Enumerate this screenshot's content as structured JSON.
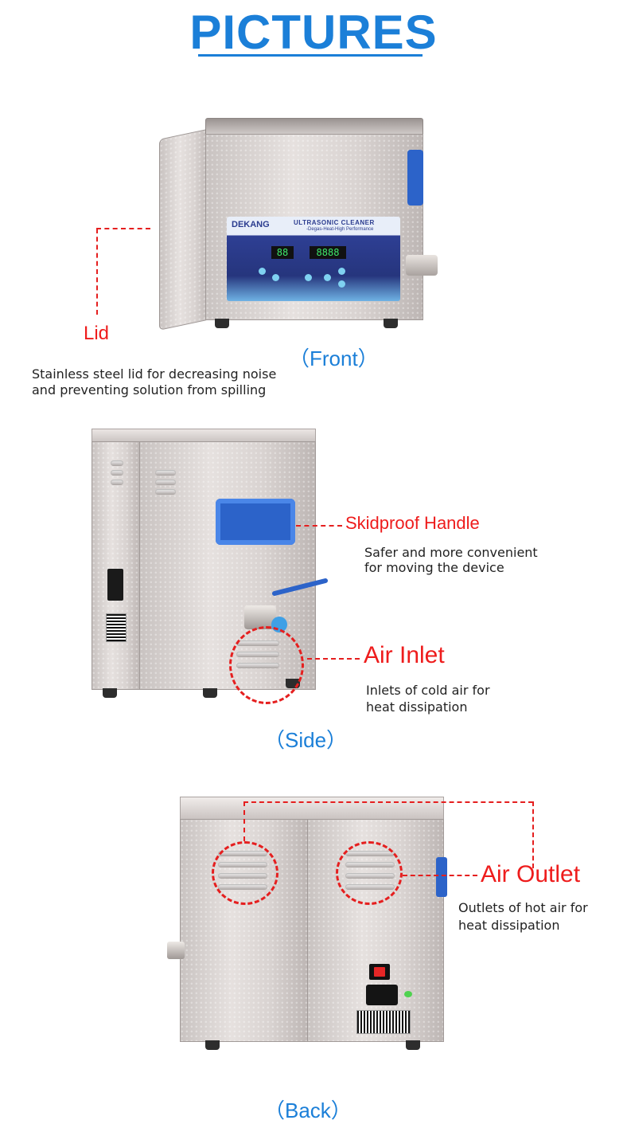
{
  "page": {
    "title": "PICTURES"
  },
  "front": {
    "view_label": "（Front）",
    "callout_label": "Lid",
    "callout_desc_line1": "Stainless steel lid for decreasing noise",
    "callout_desc_line2": "and preventing solution from spilling",
    "panel": {
      "brand": "DEKANG",
      "product": "ULTRASONIC CLEANER",
      "tagline": "-Degas-Heat-High Performance",
      "display_left": "88",
      "display_right": "8888"
    }
  },
  "side": {
    "view_label": "（Side）",
    "handle_label": "Skidproof Handle",
    "handle_desc_line1": "Safer and more convenient",
    "handle_desc_line2": "for moving the device",
    "inlet_label": "Air Inlet",
    "inlet_desc_line1": "Inlets of cold air for",
    "inlet_desc_line2": "heat dissipation"
  },
  "back": {
    "view_label": "（Back）",
    "outlet_label": "Air Outlet",
    "outlet_desc_line1": "Outlets of hot air for",
    "outlet_desc_line2": "heat dissipation"
  },
  "colors": {
    "title_blue": "#1b7fd8",
    "callout_red": "#ee1c1c",
    "panel_navy": "#2b3c8f",
    "handle_blue": "#2c63c9"
  }
}
